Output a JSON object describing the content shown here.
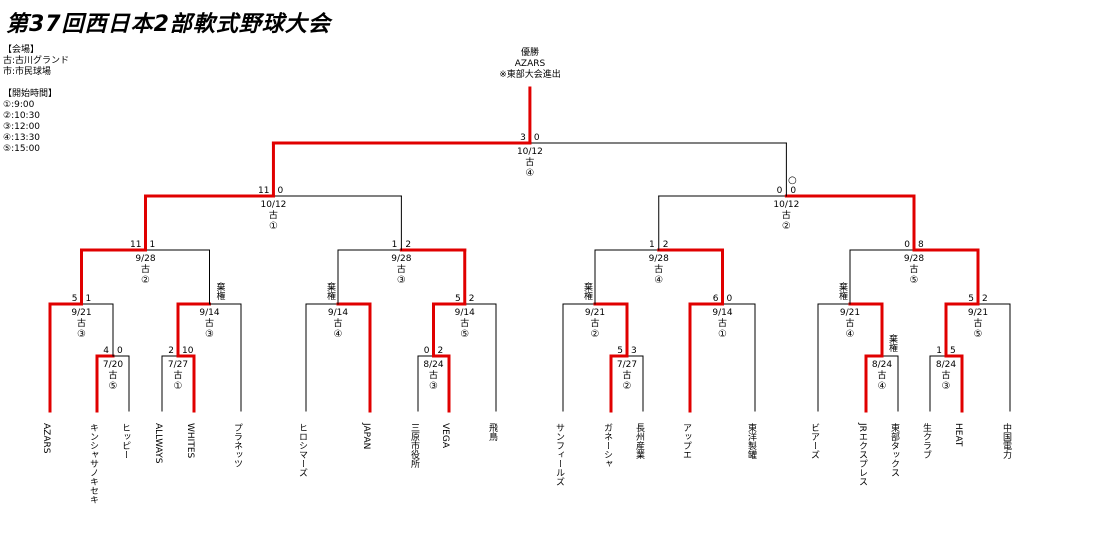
{
  "title": "第37回西日本2部軟式野球大会",
  "legend": {
    "venue_header": "【会場】",
    "venues": [
      "古:古川グランド",
      "市:市民球場"
    ],
    "time_header": "【開始時間】",
    "times": [
      "①:9:00",
      "②:10:30",
      "③:12:00",
      "④:13:30",
      "⑤:15:00"
    ]
  },
  "champion": {
    "label": "優勝",
    "team": "AZARS",
    "note": "※東部大会進出"
  },
  "colors": {
    "winner": "#e00000",
    "line": "#000000"
  },
  "teams": [
    "AZARS",
    "キンシャサノキセキ",
    "ヒッピー",
    "ALLWAYS",
    "WHITES",
    "プラネッツ",
    "ヒロシマーズ",
    "JAPAN",
    "三原市役所",
    "VEGA",
    "飛鳥",
    "サンフィールズ",
    "ガネーシャ",
    "長州産業",
    "アップエ",
    "東洋製罐",
    "ビアーズ",
    "JRエクスプレス",
    "東部タックス",
    "生クラブ",
    "HEAT",
    "中国電力"
  ],
  "matches": [
    {
      "id": "r1a",
      "date": "7/20",
      "venue": "古",
      "time": "⑤",
      "score_l": "4",
      "score_r": "0",
      "winner": "l"
    },
    {
      "id": "r1b",
      "date": "7/27",
      "venue": "古",
      "time": "①",
      "score_l": "2",
      "score_r": "10",
      "winner": "r"
    },
    {
      "id": "r1c",
      "date": "8/24",
      "venue": "古",
      "time": "③",
      "score_l": "0",
      "score_r": "2",
      "winner": "r"
    },
    {
      "id": "r1d",
      "date": "7/27",
      "venue": "古",
      "time": "②",
      "score_l": "5",
      "score_r": "3",
      "winner": "l"
    },
    {
      "id": "r1e",
      "date": "8/24",
      "venue": "古",
      "time": "④",
      "score_l": "",
      "score_r": "棄権",
      "winner": "l"
    },
    {
      "id": "r1f",
      "date": "8/24",
      "venue": "古",
      "time": "③",
      "score_l": "1",
      "score_r": "5",
      "winner": "r"
    },
    {
      "id": "r2a",
      "date": "9/21",
      "venue": "古",
      "time": "③",
      "score_l": "5",
      "score_r": "1",
      "winner": "l"
    },
    {
      "id": "r2b",
      "date": "9/14",
      "venue": "古",
      "time": "③",
      "score_l": "",
      "score_r": "棄権",
      "winner": "l"
    },
    {
      "id": "r2c",
      "date": "9/14",
      "venue": "古",
      "time": "④",
      "score_l": "棄権",
      "score_r": "",
      "winner": "r"
    },
    {
      "id": "r2d",
      "date": "9/14",
      "venue": "古",
      "time": "⑤",
      "score_l": "5",
      "score_r": "2",
      "winner": "l"
    },
    {
      "id": "r2e",
      "date": "9/21",
      "venue": "古",
      "time": "②",
      "score_l": "棄権",
      "score_r": "",
      "winner": "r"
    },
    {
      "id": "r2f",
      "date": "9/14",
      "venue": "古",
      "time": "①",
      "score_l": "6",
      "score_r": "0",
      "winner": "l"
    },
    {
      "id": "r2g",
      "date": "9/21",
      "venue": "古",
      "time": "④",
      "score_l": "棄権",
      "score_r": "",
      "winner": "r"
    },
    {
      "id": "r2h",
      "date": "9/21",
      "venue": "古",
      "time": "⑤",
      "score_l": "5",
      "score_r": "2",
      "winner": "l"
    },
    {
      "id": "r3a",
      "date": "9/28",
      "venue": "古",
      "time": "②",
      "score_l": "11",
      "score_r": "1",
      "winner": "l"
    },
    {
      "id": "r3b",
      "date": "9/28",
      "venue": "古",
      "time": "③",
      "score_l": "1",
      "score_r": "2",
      "winner": "r"
    },
    {
      "id": "r3c",
      "date": "9/28",
      "venue": "古",
      "time": "④",
      "score_l": "1",
      "score_r": "2",
      "winner": "r"
    },
    {
      "id": "r3d",
      "date": "9/28",
      "venue": "古",
      "time": "⑤",
      "score_l": "0",
      "score_r": "8",
      "winner": "r"
    },
    {
      "id": "r4a",
      "date": "10/12",
      "venue": "古",
      "time": "①",
      "score_l": "11",
      "score_r": "0",
      "winner": "l"
    },
    {
      "id": "r4b",
      "date": "10/12",
      "venue": "古",
      "time": "②",
      "score_l": "0",
      "score_r": "0",
      "winner": "r",
      "mark": "○"
    },
    {
      "id": "r5",
      "date": "10/12",
      "venue": "古",
      "time": "④",
      "score_l": "3",
      "score_r": "0",
      "winner": "l"
    }
  ]
}
